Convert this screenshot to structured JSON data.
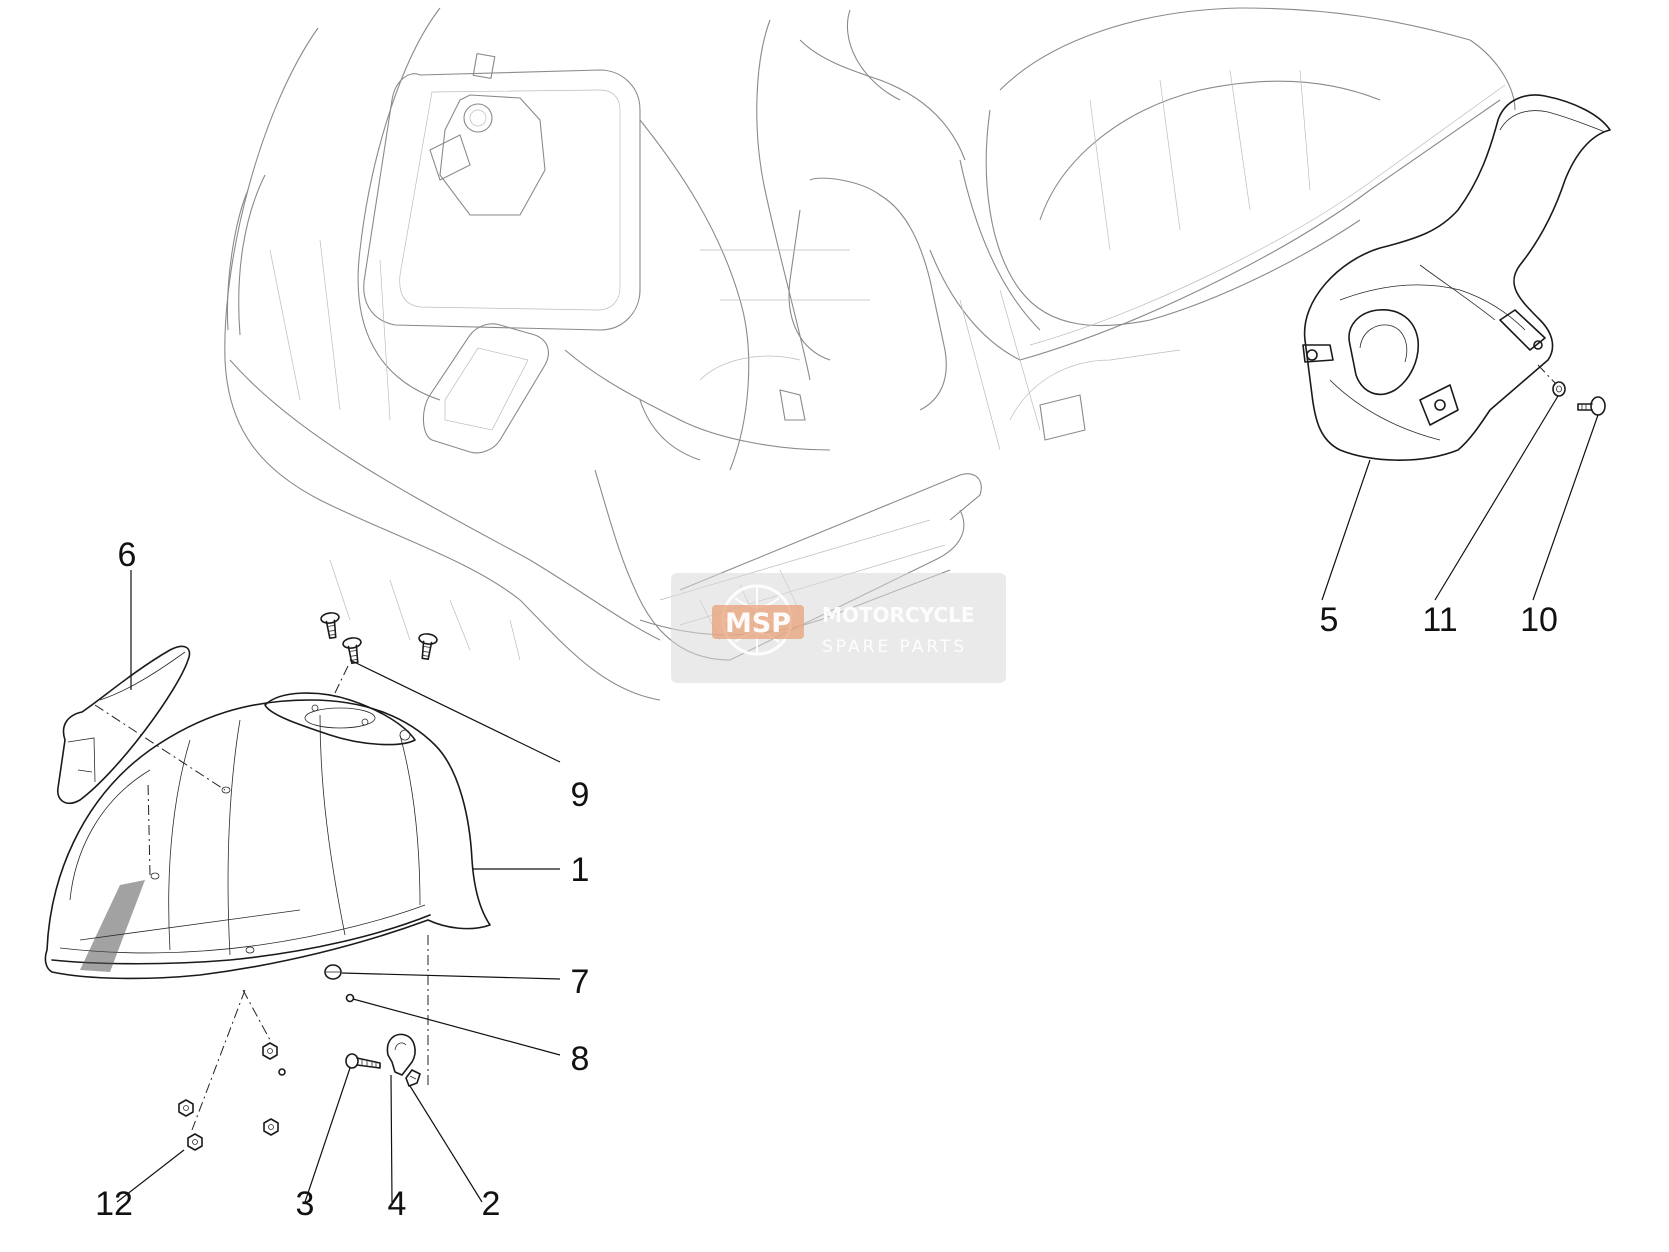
{
  "diagram": {
    "callouts": [
      {
        "id": "c1",
        "label": "1"
      },
      {
        "id": "c2",
        "label": "2"
      },
      {
        "id": "c3",
        "label": "3"
      },
      {
        "id": "c4",
        "label": "4"
      },
      {
        "id": "c5",
        "label": "5"
      },
      {
        "id": "c6",
        "label": "6"
      },
      {
        "id": "c7",
        "label": "7"
      },
      {
        "id": "c8",
        "label": "8"
      },
      {
        "id": "c9",
        "label": "9"
      },
      {
        "id": "c10",
        "label": "10"
      },
      {
        "id": "c11",
        "label": "11"
      },
      {
        "id": "c12",
        "label": "12"
      }
    ]
  },
  "watermark": {
    "logo_text": "MSP",
    "line1": "MOTORCYCLE",
    "line2": "SPARE PARTS",
    "accent_color": "#e8a27a"
  }
}
